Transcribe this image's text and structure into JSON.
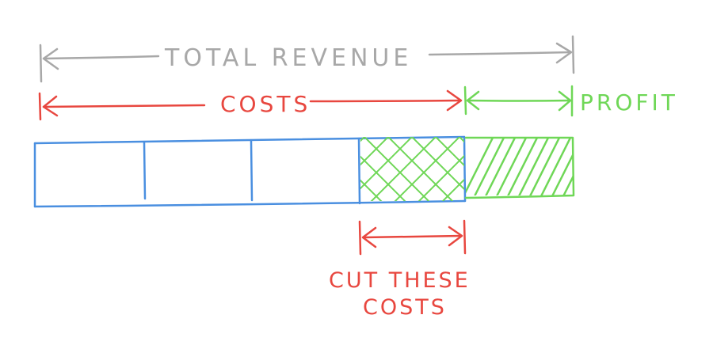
{
  "labels": {
    "total_revenue": "TOTAL REVENUE",
    "costs": "COSTS",
    "profit": "PROFIT",
    "cut_line1": "CUT THESE",
    "cut_line2": "COSTS"
  },
  "colors": {
    "gray": "#a8a8a8",
    "red": "#e8473f",
    "green": "#6fd757",
    "blue": "#4a8fe0"
  }
}
